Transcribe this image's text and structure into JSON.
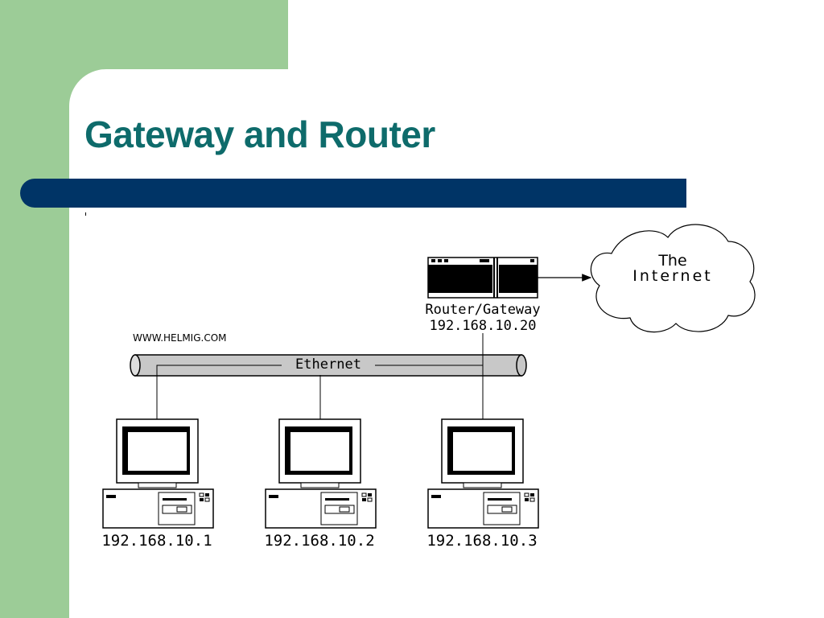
{
  "slide": {
    "title": "Gateway and Router"
  },
  "diagram": {
    "watermark": "WWW.HELMIG.COM",
    "network_label": "Ethernet",
    "cloud_line1": "The",
    "cloud_line2": "Internet",
    "router": {
      "name": "Router/Gateway",
      "ip": "192.168.10.20"
    },
    "computers": [
      {
        "ip": "192.168.10.1"
      },
      {
        "ip": "192.168.10.2"
      },
      {
        "ip": "192.168.10.3"
      }
    ]
  },
  "colors": {
    "background_green": "#9ccc97",
    "title_teal": "#0e6b6b",
    "bar_navy": "#003466",
    "cable_gray": "#c8c8c8"
  }
}
